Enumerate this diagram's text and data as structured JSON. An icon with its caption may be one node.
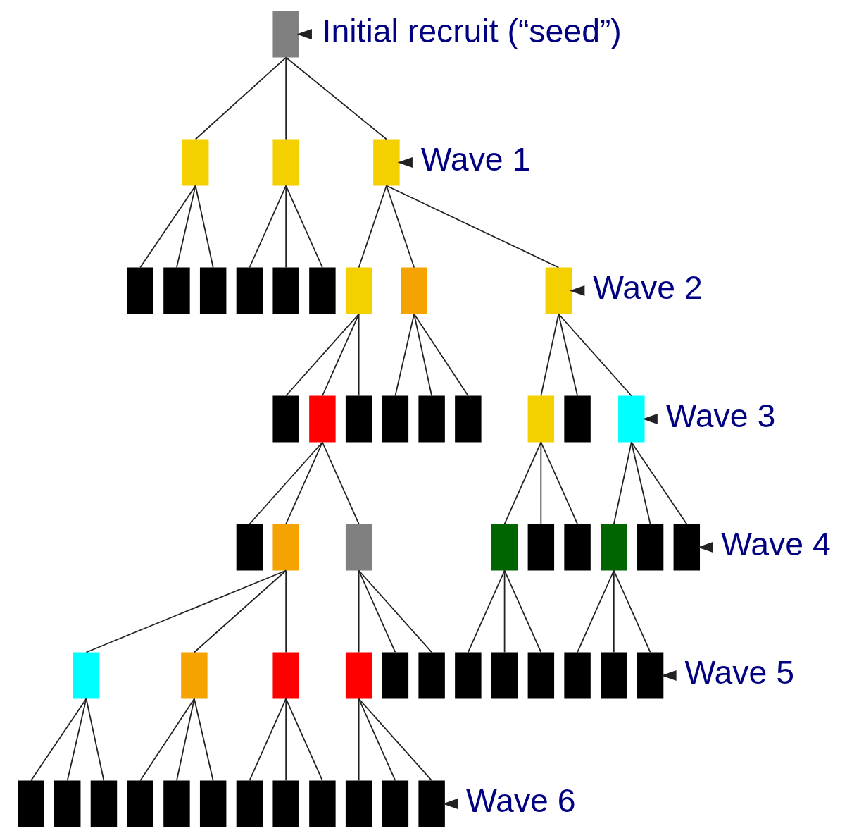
{
  "diagram": {
    "nodes": [
      {
        "text": [],
        "shape": "box"
      },
      {
        "text": [],
        "shape": "box"
      },
      {
        "text": [],
        "shape": "box"
      },
      {
        "text": [],
        "shape": "box"
      },
      {
        "text": [],
        "shape": "box"
      },
      {
        "text": [],
        "shape": "box"
      },
      {
        "text": [],
        "shape": "box"
      },
      {
        "text": [],
        "shape": "box"
      },
      {
        "text": [],
        "shape": "box"
      },
      {
        "text": [],
        "shape": "box"
      },
      {
        "text": [],
        "shape": "box"
      },
      {
        "text": [],
        "shape": "box"
      },
      {
        "text": [],
        "shape": "box"
      },
      {
        "text": [],
        "shape": "box"
      },
      {
        "text": [],
        "shape": "box"
      },
      {
        "text": [],
        "shape": "box"
      },
      {
        "text": [],
        "shape": "box"
      },
      {
        "text": [],
        "shape": "box"
      },
      {
        "text": [],
        "shape": "box"
      },
      {
        "text": [],
        "shape": "box"
      },
      {
        "text": [],
        "shape": "box"
      },
      {
        "text": [],
        "shape": "box"
      },
      {
        "text": [],
        "shape": "box"
      },
      {
        "text": [],
        "shape": "box"
      },
      {
        "text": [],
        "shape": "box"
      },
      {
        "text": [],
        "shape": "box"
      },
      {
        "text": [],
        "shape": "box"
      },
      {
        "text": [],
        "shape": "box"
      },
      {
        "text": [],
        "shape": "box"
      },
      {
        "text": [],
        "shape": "box"
      },
      {
        "text": [],
        "shape": "box"
      },
      {
        "text": [],
        "shape": "box"
      },
      {
        "text": [],
        "shape": "box"
      },
      {
        "text": [],
        "shape": "box"
      },
      {
        "text": [],
        "shape": "box"
      },
      {
        "text": [],
        "shape": "box"
      },
      {
        "text": [],
        "shape": "box"
      },
      {
        "text": [],
        "shape": "box"
      },
      {
        "text": [],
        "shape": "box"
      },
      {
        "text": [],
        "shape": "box"
      },
      {
        "text": [],
        "shape": "box"
      },
      {
        "text": [],
        "shape": "box"
      },
      {
        "text": [],
        "shape": "box"
      },
      {
        "text": [],
        "shape": "box"
      },
      {
        "text": [],
        "shape": "box"
      },
      {
        "text": [],
        "shape": "box"
      },
      {
        "text": [],
        "shape": "box"
      },
      {
        "text": [],
        "shape": "box"
      },
      {
        "text": [],
        "shape": "box"
      },
      {
        "text": [],
        "shape": "box"
      },
      {
        "text": [],
        "shape": "box"
      },
      {
        "text": [],
        "shape": "box"
      },
      {
        "text": [],
        "shape": "box"
      },
      {
        "text": [],
        "shape": "box"
      },
      {
        "text": [],
        "shape": "box"
      },
      {
        "text": [
          "Initial recruit (“seed”)"
        ]
      },
      {
        "text": [
          "Wave 1"
        ]
      },
      {
        "text": [
          "Wave 2"
        ]
      },
      {
        "text": [
          "Wave 3"
        ]
      },
      {
        "text": [
          "Wave 4"
        ]
      },
      {
        "text": [
          "Wave 5"
        ]
      },
      {
        "text": [
          "Wave 6"
        ]
      }
    ],
    "edges": [
      {
        "from": 0,
        "to": 1,
        "arrow": "none"
      },
      {
        "from": 0,
        "to": 2,
        "arrow": "none"
      },
      {
        "from": 0,
        "to": 3,
        "arrow": "none"
      },
      {
        "from": 1,
        "to": 4,
        "arrow": "none"
      },
      {
        "from": 1,
        "to": 5,
        "arrow": "none"
      },
      {
        "from": 1,
        "to": 6,
        "arrow": "none"
      },
      {
        "from": 2,
        "to": 7,
        "arrow": "none"
      },
      {
        "from": 2,
        "to": 8,
        "arrow": "none"
      },
      {
        "from": 2,
        "to": 9,
        "arrow": "none"
      },
      {
        "from": 3,
        "to": 10,
        "arrow": "none"
      },
      {
        "from": 3,
        "to": 11,
        "arrow": "none"
      },
      {
        "from": 3,
        "to": 12,
        "arrow": "none"
      },
      {
        "from": 10,
        "to": 13,
        "arrow": "none"
      },
      {
        "from": 10,
        "to": 14,
        "arrow": "none"
      },
      {
        "from": 10,
        "to": 15,
        "arrow": "none"
      },
      {
        "from": 11,
        "to": 16,
        "arrow": "none"
      },
      {
        "from": 11,
        "to": 17,
        "arrow": "none"
      },
      {
        "from": 11,
        "to": 18,
        "arrow": "none"
      },
      {
        "from": 12,
        "to": 19,
        "arrow": "none"
      },
      {
        "from": 12,
        "to": 20,
        "arrow": "none"
      },
      {
        "from": 12,
        "to": 21,
        "arrow": "none"
      },
      {
        "from": 14,
        "to": 22,
        "arrow": "none"
      },
      {
        "from": 14,
        "to": 23,
        "arrow": "none"
      },
      {
        "from": 14,
        "to": 24,
        "arrow": "none"
      },
      {
        "from": 19,
        "to": 25,
        "arrow": "none"
      },
      {
        "from": 19,
        "to": 26,
        "arrow": "none"
      },
      {
        "from": 19,
        "to": 27,
        "arrow": "none"
      },
      {
        "from": 21,
        "to": 28,
        "arrow": "none"
      },
      {
        "from": 21,
        "to": 29,
        "arrow": "none"
      },
      {
        "from": 21,
        "to": 30,
        "arrow": "none"
      },
      {
        "from": 23,
        "to": 31,
        "arrow": "none"
      },
      {
        "from": 23,
        "to": 32,
        "arrow": "none"
      },
      {
        "from": 23,
        "to": 33,
        "arrow": "none"
      },
      {
        "from": 24,
        "to": 34,
        "arrow": "none"
      },
      {
        "from": 24,
        "to": 35,
        "arrow": "none"
      },
      {
        "from": 24,
        "to": 36,
        "arrow": "none"
      },
      {
        "from": 25,
        "to": 37,
        "arrow": "none"
      },
      {
        "from": 25,
        "to": 38,
        "arrow": "none"
      },
      {
        "from": 25,
        "to": 39,
        "arrow": "none"
      },
      {
        "from": 28,
        "to": 40,
        "arrow": "none"
      },
      {
        "from": 28,
        "to": 41,
        "arrow": "none"
      },
      {
        "from": 28,
        "to": 42,
        "arrow": "none"
      },
      {
        "from": 31,
        "to": 43,
        "arrow": "none"
      },
      {
        "from": 31,
        "to": 44,
        "arrow": "none"
      },
      {
        "from": 31,
        "to": 45,
        "arrow": "none"
      },
      {
        "from": 32,
        "to": 46,
        "arrow": "none"
      },
      {
        "from": 32,
        "to": 47,
        "arrow": "none"
      },
      {
        "from": 32,
        "to": 48,
        "arrow": "none"
      },
      {
        "from": 33,
        "to": 49,
        "arrow": "none"
      },
      {
        "from": 33,
        "to": 50,
        "arrow": "none"
      },
      {
        "from": 33,
        "to": 51,
        "arrow": "none"
      },
      {
        "from": 34,
        "to": 52,
        "arrow": "none"
      },
      {
        "from": 34,
        "to": 53,
        "arrow": "none"
      },
      {
        "from": 34,
        "to": 54,
        "arrow": "none"
      },
      {
        "from": 55,
        "to": 0,
        "arrow": "to"
      },
      {
        "from": 56,
        "to": 3,
        "arrow": "to"
      },
      {
        "from": 57,
        "to": 12,
        "arrow": "to"
      },
      {
        "from": 58,
        "to": 21,
        "arrow": "to"
      },
      {
        "from": 59,
        "to": 30,
        "arrow": "to"
      },
      {
        "from": 60,
        "to": 42,
        "arrow": "to"
      },
      {
        "from": 61,
        "to": 54,
        "arrow": "to"
      }
    ]
  }
}
